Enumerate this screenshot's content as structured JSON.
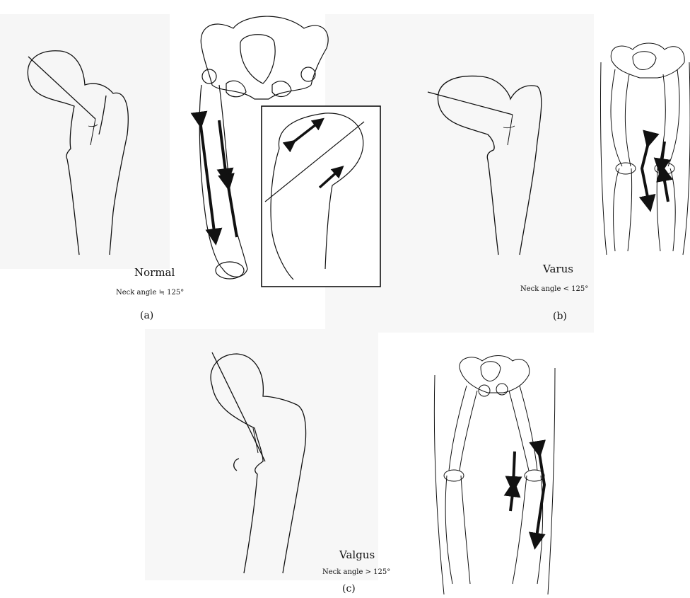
{
  "panels": [
    {
      "id": "a",
      "title": "Normal",
      "angle_text": "Neck angle ≒ 125°",
      "panel_label": "(a)"
    },
    {
      "id": "b",
      "title": "Varus",
      "angle_text": "Neck angle < 125°",
      "panel_label": "(b)"
    },
    {
      "id": "c",
      "title": "Valgus",
      "angle_text": "Neck angle > 125°",
      "panel_label": "(c)"
    }
  ],
  "colors": {
    "ink": "#111111",
    "paper": "#ffffff",
    "panel_shade": "#f4f4f4"
  },
  "icons": {
    "arrow": "double-headed-force-arrow",
    "bone": "femur-outline",
    "pelvis": "pelvis-skeleton",
    "legs": "lower-limb-skeleton"
  }
}
